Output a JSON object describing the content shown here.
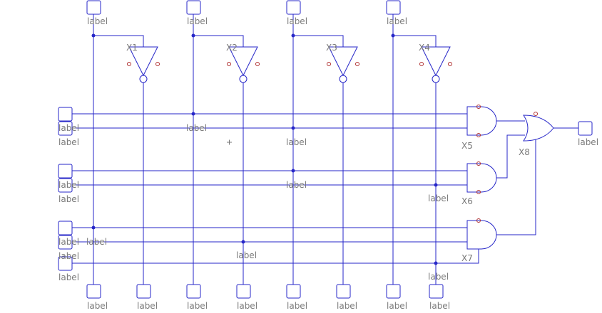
{
  "schematic": {
    "port_label": "label",
    "net_label": "label",
    "inverters": [
      "X1",
      "X2",
      "X3",
      "X4"
    ],
    "gates": {
      "and_top": "X5",
      "and_mid": "X6",
      "and_bot": "X7",
      "or_out": "X8"
    }
  },
  "colors": {
    "wire": "#2626c8",
    "text": "#7a7a7a",
    "power_pin": "#b03030"
  }
}
